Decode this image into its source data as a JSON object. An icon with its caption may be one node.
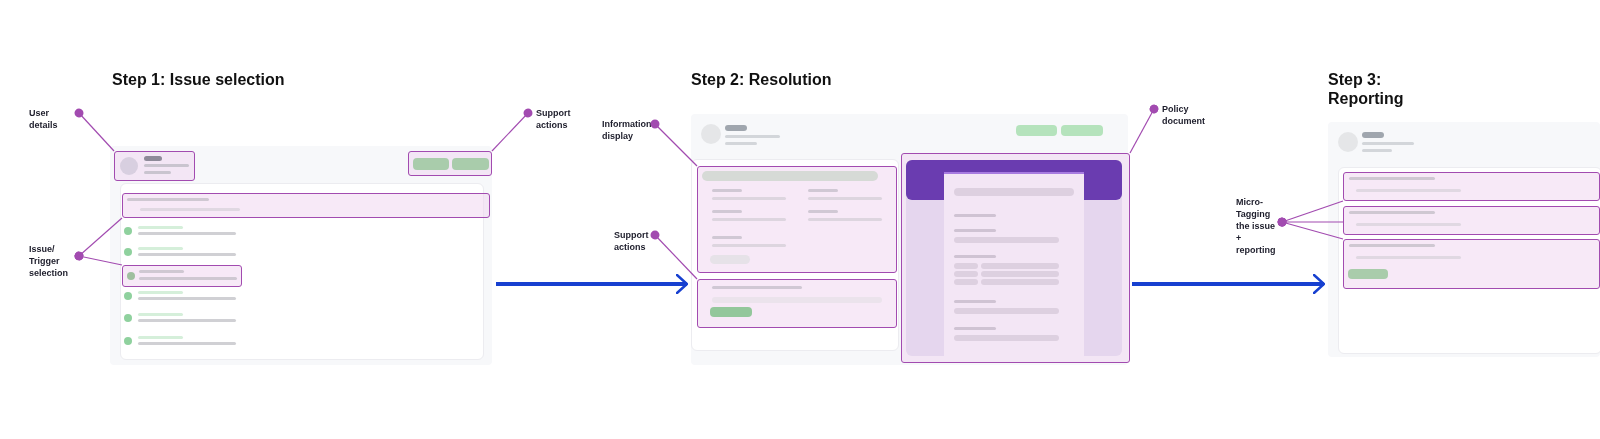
{
  "diagram": {
    "nodes": [
      {
        "text": [
          "Step 1: Issue selection"
        ]
      },
      {
        "text": [
          "User details"
        ]
      },
      {
        "text": [],
        "shape": "box",
        "in": 0
      },
      {
        "text": [
          "Support actions"
        ]
      },
      {
        "text": [],
        "shape": "box",
        "in": 0
      },
      {
        "text": [
          "Issue/ Trigger selection"
        ]
      },
      {
        "text": [],
        "shape": "box",
        "in": 0
      },
      {
        "text": [],
        "shape": "box",
        "in": 0
      },
      {
        "text": [
          "Step 2: Resolution"
        ]
      },
      {
        "text": [
          "Information display"
        ]
      },
      {
        "text": [],
        "shape": "box",
        "in": 8
      },
      {
        "text": [
          "Support actions"
        ]
      },
      {
        "text": [],
        "shape": "box",
        "in": 8
      },
      {
        "text": [
          "Policy document"
        ]
      },
      {
        "text": [],
        "shape": "box",
        "in": 8
      },
      {
        "text": [
          "Step 3: Reporting"
        ]
      },
      {
        "text": [
          "Micro-Tagging the issue + reporting"
        ]
      },
      {
        "text": [],
        "shape": "box",
        "in": 15
      },
      {
        "text": [],
        "shape": "box",
        "in": 15
      },
      {
        "text": [],
        "shape": "box",
        "in": 15
      }
    ],
    "edges": [
      {
        "from": 1,
        "to": 2,
        "arrow": "other"
      },
      {
        "from": 3,
        "to": 4,
        "arrow": "other"
      },
      {
        "from": 5,
        "to": 6,
        "arrow": "other"
      },
      {
        "from": 5,
        "to": 7,
        "arrow": "other"
      },
      {
        "from": 9,
        "to": 10,
        "arrow": "other"
      },
      {
        "from": 11,
        "to": 12,
        "arrow": "other"
      },
      {
        "from": 13,
        "to": 14,
        "arrow": "other"
      },
      {
        "from": 16,
        "to": 17,
        "arrow": "other"
      },
      {
        "from": 16,
        "to": 18,
        "arrow": "other"
      },
      {
        "from": 16,
        "to": 19,
        "arrow": "other"
      },
      {
        "from": 0,
        "to": 8,
        "arrow": "to",
        "style": "thick",
        "color": "#1740d0"
      },
      {
        "from": 8,
        "to": 15,
        "arrow": "to",
        "style": "thick",
        "color": "#1740d0"
      }
    ]
  }
}
